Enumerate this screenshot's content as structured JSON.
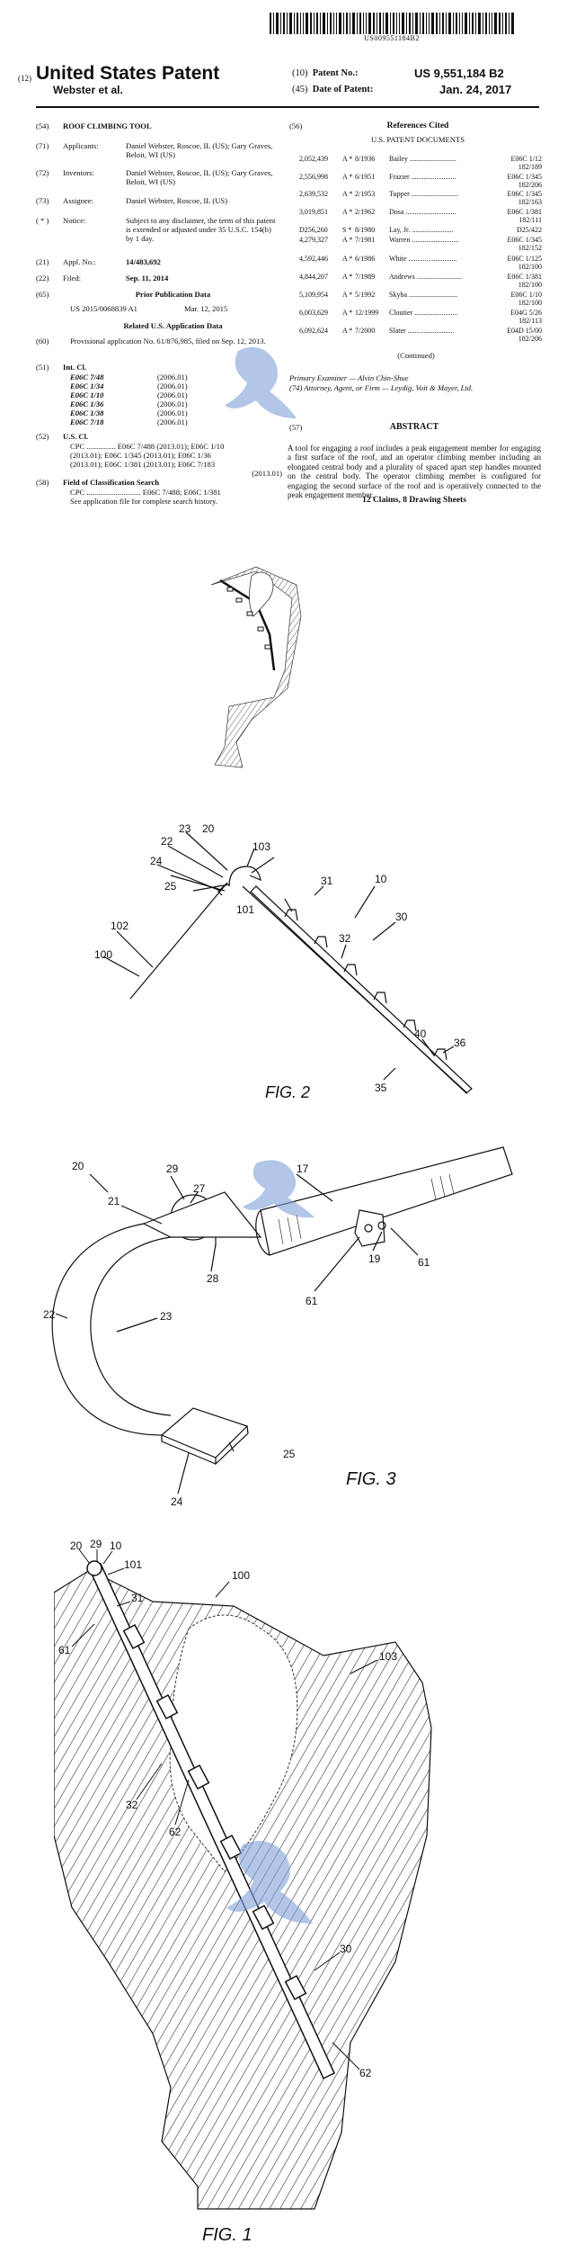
{
  "barcode": {
    "number": "US009551184B2"
  },
  "header": {
    "code_12": "(12)",
    "title": "United States Patent",
    "inventors_short": "Webster et al.",
    "code_10": "(10)",
    "patent_no_label": "Patent No.:",
    "patent_no": "US 9,551,184 B2",
    "code_45": "(45)",
    "date_label": "Date of Patent:",
    "date": "Jan. 24, 2017"
  },
  "left_col": {
    "f54": {
      "code": "(54)",
      "text": "ROOF CLIMBING TOOL"
    },
    "f71": {
      "code": "(71)",
      "label": "Applicants:",
      "text": "Daniel Webster, Roscoe, IL (US); Gary Graves, Beloit, WI (US)"
    },
    "f72": {
      "code": "(72)",
      "label": "Inventors:",
      "text": "Daniel Webster, Roscoe, IL (US); Gary Graves, Beloit, WI (US)"
    },
    "f73": {
      "code": "(73)",
      "label": "Assignee:",
      "text": "Daniel Webster, Roscoe, IL (US)"
    },
    "notice": {
      "code": "( * )",
      "label": "Notice:",
      "text": "Subject to any disclaimer, the term of this patent is extended or adjusted under 35 U.S.C. 154(b) by 1 day."
    },
    "f21": {
      "code": "(21)",
      "label": "Appl. No.:",
      "text": "14/483,692"
    },
    "f22": {
      "code": "(22)",
      "label": "Filed:",
      "text": "Sep. 11, 2014"
    },
    "f65": {
      "code": "(65)",
      "heading": "Prior Publication Data",
      "pub": "US 2015/0068839 A1",
      "pub_date": "Mar. 12, 2015"
    },
    "related_heading": "Related U.S. Application Data",
    "f60": {
      "code": "(60)",
      "text": "Provisional application No. 61/876,985, filed on Sep. 12, 2013."
    },
    "f51": {
      "code": "(51)",
      "label": "Int. Cl.",
      "rows": [
        {
          "cls": "E06C 7/48",
          "yr": "(2006.01)"
        },
        {
          "cls": "E06C 1/34",
          "yr": "(2006.01)"
        },
        {
          "cls": "E06C 1/10",
          "yr": "(2006.01)"
        },
        {
          "cls": "E06C 1/36",
          "yr": "(2006.01)"
        },
        {
          "cls": "E06C 1/38",
          "yr": "(2006.01)"
        },
        {
          "cls": "E06C 7/18",
          "yr": "(2006.01)"
        }
      ]
    },
    "f52": {
      "code": "(52)",
      "label": "U.S. Cl.",
      "cpc_lines": [
        "CPC ............... E06C 7/488 (2013.01); E06C 1/10",
        "(2013.01); E06C 1/345 (2013.01); E06C 1/36",
        "(2013.01); E06C 1/381 (2013.01); E06C 7/183",
        "(2013.01)"
      ]
    },
    "f58": {
      "code": "(58)",
      "label": "Field of Classification Search",
      "line1": "CPC ............................ E06C 7/488; E06C 1/381",
      "line2": "See application file for complete search history."
    }
  },
  "right_col": {
    "code_56": "(56)",
    "refs_heading": "References Cited",
    "refs_sub": "U.S. PATENT DOCUMENTS",
    "refs": [
      {
        "no": "2,052,439",
        "a": "A *",
        "date": "8/1936",
        "inv": "Bailey ..........................",
        "cls": "E06C 1/12",
        "cls2": "182/189"
      },
      {
        "no": "2,556,998",
        "a": "A *",
        "date": "6/1951",
        "inv": "Frazier .........................",
        "cls": "E06C 1/345",
        "cls2": "182/206"
      },
      {
        "no": "2,639,532",
        "a": "A *",
        "date": "2/1953",
        "inv": "Tupper ..........................",
        "cls": "E06C 1/345",
        "cls2": "182/163"
      },
      {
        "no": "3,019,851",
        "a": "A *",
        "date": "2/1962",
        "inv": "Dosa ............................",
        "cls": "E06C 1/381",
        "cls2": "182/111"
      },
      {
        "no": "D256,260",
        "a": "S *",
        "date": "8/1980",
        "inv": "Lay, Jr. .......................",
        "cls": "D25/422",
        "cls2": ""
      },
      {
        "no": "4,279,327",
        "a": "A *",
        "date": "7/1981",
        "inv": "Warren ..........................",
        "cls": "E06C 1/345",
        "cls2": "182/152"
      },
      {
        "no": "4,592,446",
        "a": "A *",
        "date": "6/1986",
        "inv": "White ...........................",
        "cls": "E06C 1/125",
        "cls2": "182/100"
      },
      {
        "no": "4,844,207",
        "a": "A *",
        "date": "7/1989",
        "inv": "Andrews .........................",
        "cls": "E06C 1/381",
        "cls2": "182/100"
      },
      {
        "no": "5,109,954",
        "a": "A *",
        "date": "5/1992",
        "inv": "Skyba ...........................",
        "cls": "E06C 1/10",
        "cls2": "182/100"
      },
      {
        "no": "6,003,629",
        "a": "A *",
        "date": "12/1999",
        "inv": "Cloutier ........................",
        "cls": "E04G 5/26",
        "cls2": "182/113"
      },
      {
        "no": "6,092,624",
        "a": "A *",
        "date": "7/2000",
        "inv": "Slater ..........................",
        "cls": "E04D 15/00",
        "cls2": "182/206"
      }
    ],
    "continued": "(Continued)",
    "examiner": "Primary Examiner — Alvin Chin-Shue",
    "attorney": "(74) Attorney, Agent, or Firm — Leydig, Voit & Mayer, Ltd.",
    "code_57": "(57)",
    "abstract_heading": "ABSTRACT",
    "abstract": "A tool for engaging a roof includes a peak engagement member for engaging a first surface of the roof, and an operator climbing member including an elongated central body and a plurality of spaced apart step handles mounted on the central body. The operator climbing member is configured for engaging the second surface of the roof and is operatively connected to the peak engagement member.",
    "claims": "12 Claims, 8 Drawing Sheets"
  },
  "figures": {
    "fig2": {
      "caption": "FIG. 2",
      "labels": {
        "l20": "20",
        "l22": "22",
        "l23": "23",
        "l24": "24",
        "l25": "25",
        "l101": "101",
        "l103": "103",
        "l10": "10",
        "l31": "31",
        "l102": "102",
        "l100": "100",
        "l32": "32",
        "l30": "30",
        "l40": "40",
        "l36": "36",
        "l35": "35"
      }
    },
    "fig3": {
      "caption": "FIG. 3",
      "labels": {
        "l20": "20",
        "l29": "29",
        "l27": "27",
        "l17": "17",
        "l21": "21",
        "l22": "22",
        "l23": "23",
        "l28": "28",
        "l19": "19",
        "l61a": "61",
        "l61b": "61",
        "l25": "25",
        "l24": "24"
      }
    },
    "fig1": {
      "caption": "FIG. 1",
      "labels": {
        "l20": "20",
        "l29": "29",
        "l10": "10",
        "l101": "101",
        "l31": "31",
        "l100": "100",
        "l61": "61",
        "l103": "103",
        "l32": "32",
        "l62a": "62",
        "l30": "30",
        "l62b": "62"
      }
    }
  },
  "colors": {
    "ink": "#111111",
    "watermark": "#7fa0d8"
  }
}
